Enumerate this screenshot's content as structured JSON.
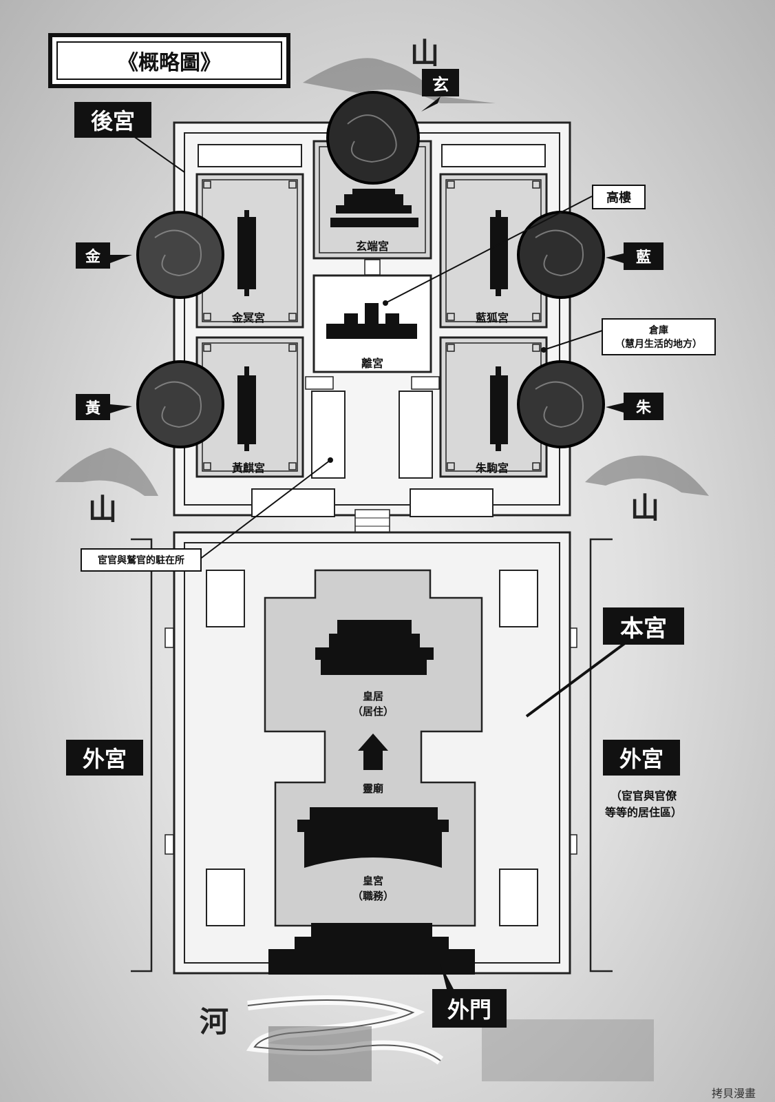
{
  "title": "《概略圖》",
  "areas": {
    "inner_palace": "後宮",
    "main_palace": "本宮",
    "outer_palace_left": "外宮",
    "outer_palace_right": "外宮",
    "outer_palace_note_line1": "（宦官與官僚",
    "outer_palace_note_line2": "等等的居住區）",
    "outer_gate": "外門"
  },
  "consort_markers": {
    "north": "玄",
    "gold": "金",
    "blue": "藍",
    "yellow": "黃",
    "vermilion": "朱"
  },
  "palaces": {
    "xuanduan": "玄端宮",
    "jinming": "金冥宮",
    "lanhu": "藍狐宮",
    "huangqi": "黃麒宮",
    "zhuju": "朱駒宮",
    "ligong": "離宮"
  },
  "callouts": {
    "tower": "高樓",
    "storehouse_line1": "倉庫",
    "storehouse_line2": "（慧月生活的地方）",
    "eunuch_post": "宦官與鷲官的駐在所"
  },
  "main_buildings": {
    "residence": "皇居",
    "residence_note": "（居住）",
    "shrine": "靈廟",
    "imperial_palace": "皇宮",
    "imperial_palace_note": "（職務）"
  },
  "terrain": {
    "mountain_north": "山",
    "mountain_west": "山",
    "mountain_east": "山",
    "river": "河"
  },
  "watermark": "拷貝漫畫"
}
